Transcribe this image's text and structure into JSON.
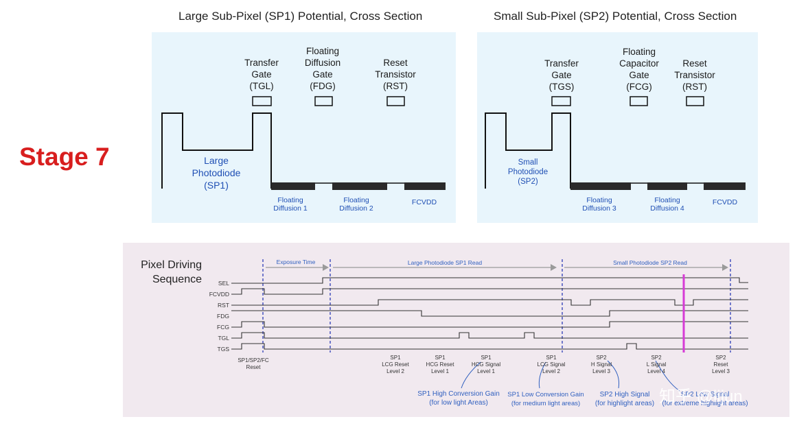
{
  "titles": {
    "left": "Large Sub-Pixel (SP1) Potential, Cross Section",
    "right": "Small Sub-Pixel (SP2) Potential, Cross Section"
  },
  "stage": "Stage 7",
  "left_panel": {
    "gates": [
      {
        "lines": [
          "Transfer",
          "Gate",
          "(TGL)"
        ]
      },
      {
        "lines": [
          "Floating",
          "Diffusion",
          "Gate",
          "(FDG)"
        ]
      },
      {
        "lines": [
          "Reset",
          "Transistor",
          "(RST)"
        ]
      }
    ],
    "photodiode": [
      "Large",
      "Photodiode",
      "(SP1)"
    ],
    "regions": [
      {
        "lines": [
          "Floating",
          "Diffusion 1"
        ]
      },
      {
        "lines": [
          "Floating",
          "Diffusion 2"
        ]
      },
      {
        "lines": [
          "FCVDD"
        ]
      }
    ]
  },
  "right_panel": {
    "gates": [
      {
        "lines": [
          "Transfer",
          "Gate",
          "(TGS)"
        ]
      },
      {
        "lines": [
          "Floating",
          "Capacitor",
          "Gate",
          "(FCG)"
        ]
      },
      {
        "lines": [
          "Reset",
          "Transistor",
          "(RST)"
        ]
      }
    ],
    "photodiode": [
      "Small",
      "Photodiode",
      "(SP2)"
    ],
    "regions": [
      {
        "lines": [
          "Floating",
          "Diffusion 3"
        ]
      },
      {
        "lines": [
          "Floating",
          "Diffusion 4"
        ]
      },
      {
        "lines": [
          "FCVDD"
        ]
      }
    ]
  },
  "timing": {
    "heading": [
      "Pixel Driving",
      "Sequence"
    ],
    "signals": [
      "SEL",
      "FCVDD",
      "RST",
      "FDG",
      "FCG",
      "TGL",
      "TGS"
    ],
    "phases": [
      "Exposure Time",
      "Large Photodiode SP1 Read",
      "Small Photodiode SP2 Read"
    ],
    "events": [
      {
        "lines": [
          "SP1/SP2/FC",
          "Reset"
        ]
      },
      {
        "lines": [
          "SP1",
          "LCG Reset",
          "Level 2"
        ]
      },
      {
        "lines": [
          "SP1",
          "HCG Reset",
          "Level 1"
        ]
      },
      {
        "lines": [
          "SP1",
          "HCG Signal",
          "Level 1"
        ]
      },
      {
        "lines": [
          "SP1",
          "LCG Signal",
          "Level 2"
        ]
      },
      {
        "lines": [
          "SP2",
          "H Signal",
          "Level 3"
        ]
      },
      {
        "lines": [
          "SP2",
          "L Signal",
          "Level 4"
        ]
      },
      {
        "lines": [
          "SP2",
          "Reset",
          "Level 3"
        ]
      }
    ],
    "notes": [
      {
        "lines": [
          "SP1 High Conversion Gain",
          "(for low light Areas)"
        ]
      },
      {
        "lines": [
          "SP1 Low Conversion Gain",
          "(for medium light areas)"
        ]
      },
      {
        "lines": [
          "SP2 High Signal",
          "(for highlight areas)"
        ]
      },
      {
        "lines": [
          "SP2 Low Signal",
          "(for extreme highlight areas)"
        ]
      }
    ],
    "current_marker_color": "#d63bd6"
  },
  "watermark": "知乎 @lijun",
  "colors": {
    "panel": "#e8f5fc",
    "timing_bg": "#f1e9ef",
    "accent_red": "#d81e1e",
    "blue_text": "#1f4fb4",
    "dashed": "#2b3bb5"
  }
}
